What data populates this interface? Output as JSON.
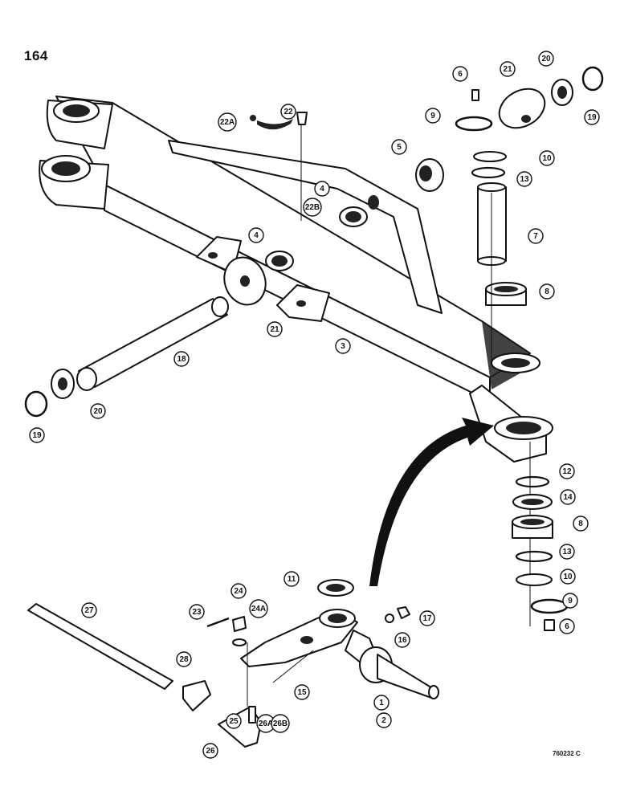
{
  "page_number": "164",
  "reference_code": "760232 C",
  "callouts": [
    {
      "id": "c1",
      "label": "1"
    },
    {
      "id": "c2",
      "label": "2"
    },
    {
      "id": "c3",
      "label": "3"
    },
    {
      "id": "c4a",
      "label": "4"
    },
    {
      "id": "c4b",
      "label": "4"
    },
    {
      "id": "c5",
      "label": "5"
    },
    {
      "id": "c6a",
      "label": "6"
    },
    {
      "id": "c6b",
      "label": "6"
    },
    {
      "id": "c7",
      "label": "7"
    },
    {
      "id": "c8a",
      "label": "8"
    },
    {
      "id": "c8b",
      "label": "8"
    },
    {
      "id": "c9a",
      "label": "9"
    },
    {
      "id": "c9b",
      "label": "9"
    },
    {
      "id": "c10a",
      "label": "10"
    },
    {
      "id": "c10b",
      "label": "10"
    },
    {
      "id": "c11",
      "label": "11"
    },
    {
      "id": "c12",
      "label": "12"
    },
    {
      "id": "c13a",
      "label": "13"
    },
    {
      "id": "c13b",
      "label": "13"
    },
    {
      "id": "c14",
      "label": "14"
    },
    {
      "id": "c15",
      "label": "15"
    },
    {
      "id": "c16",
      "label": "16"
    },
    {
      "id": "c17",
      "label": "17"
    },
    {
      "id": "c18",
      "label": "18"
    },
    {
      "id": "c19a",
      "label": "19"
    },
    {
      "id": "c19b",
      "label": "19"
    },
    {
      "id": "c20a",
      "label": "20"
    },
    {
      "id": "c20b",
      "label": "20"
    },
    {
      "id": "c21a",
      "label": "21"
    },
    {
      "id": "c21b",
      "label": "21"
    },
    {
      "id": "c22",
      "label": "22"
    },
    {
      "id": "c22a",
      "label": "22A"
    },
    {
      "id": "c22b",
      "label": "22B"
    },
    {
      "id": "c23",
      "label": "23"
    },
    {
      "id": "c24",
      "label": "24"
    },
    {
      "id": "c24a",
      "label": "24A"
    },
    {
      "id": "c25",
      "label": "25"
    },
    {
      "id": "c26",
      "label": "26"
    },
    {
      "id": "c26a",
      "label": "26A"
    },
    {
      "id": "c26b",
      "label": "26B"
    },
    {
      "id": "c27",
      "label": "27"
    },
    {
      "id": "c28",
      "label": "28"
    }
  ]
}
